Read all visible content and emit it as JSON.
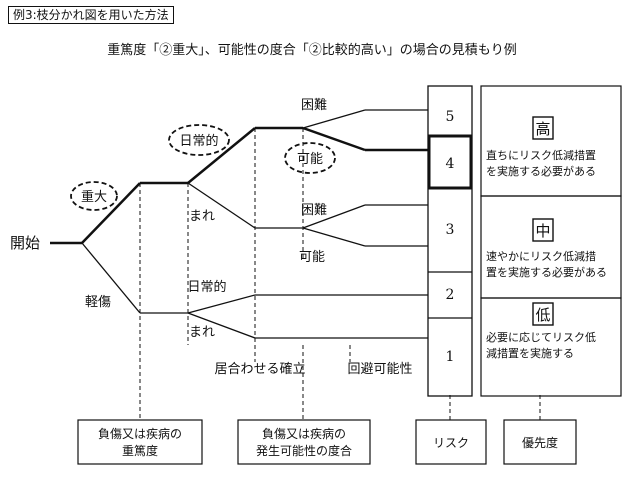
{
  "caption": "例3:枝分かれ図を用いた方法",
  "title": "重篤度「②重大」、可能性の度合「②比較的高い」の場合の見積もり例",
  "tree": {
    "start": "開始",
    "severity": {
      "major": "重大",
      "minor": "軽傷"
    },
    "frequency": {
      "routine": "日常的",
      "rare": "まれ"
    },
    "avoidance": {
      "difficult": "困難",
      "possible": "可能"
    }
  },
  "risk_levels": [
    "5",
    "4",
    "3",
    "2",
    "1"
  ],
  "selected_risk": "4",
  "priority": [
    {
      "level": "高",
      "text_lines": [
        "直ちにリスク低減措置",
        "を実施する必要がある"
      ]
    },
    {
      "level": "中",
      "text_lines": [
        "速やかにリスク低減措",
        "置を実施する必要がある"
      ]
    },
    {
      "level": "低",
      "text_lines": [
        "必要に応じてリスク低",
        "減措置を実施する"
      ]
    }
  ],
  "sub_labels": {
    "exposure": "居合わせる確立",
    "avoid": "回避可能性"
  },
  "footer": {
    "severity_lines": [
      "負傷又は疾病の",
      "重篤度"
    ],
    "likelihood_lines": [
      "負傷又は疾病の",
      "発生可能性の度合"
    ],
    "risk": "リスク",
    "priority": "優先度"
  }
}
